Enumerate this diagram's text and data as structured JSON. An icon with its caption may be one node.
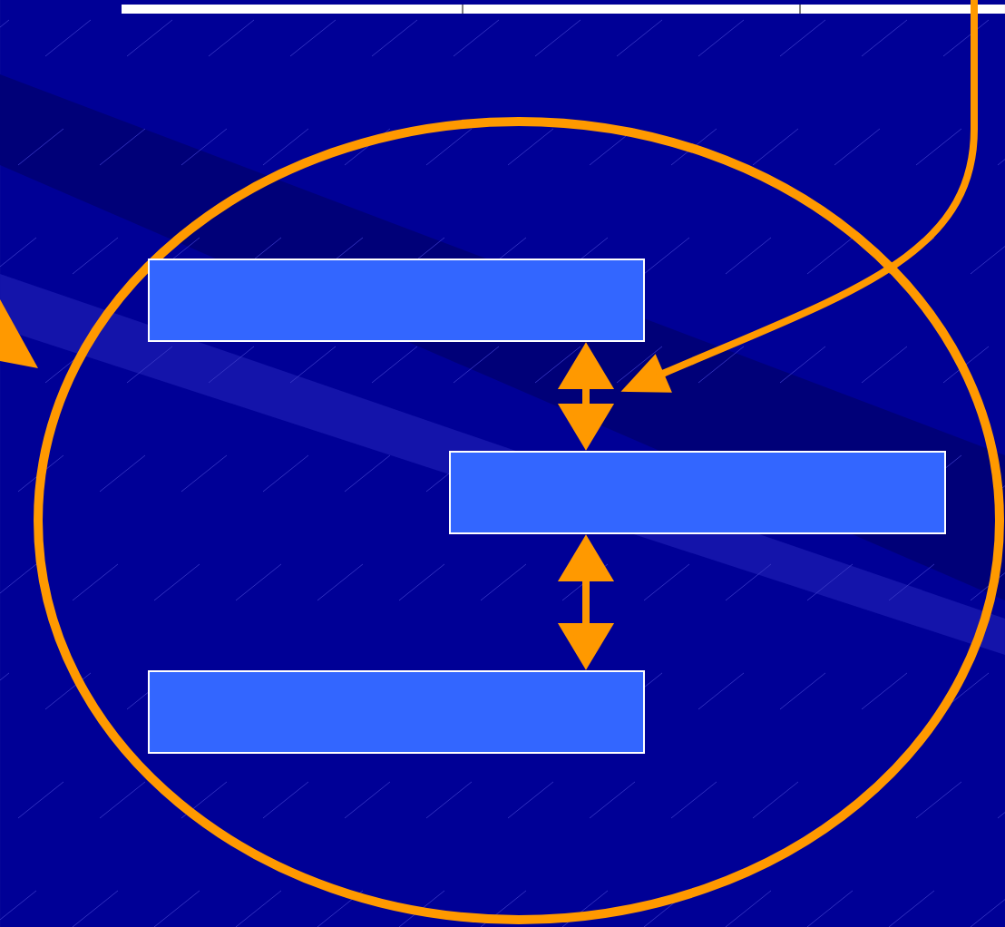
{
  "diagram": {
    "nodes": [
      {
        "text": [],
        "shape": "circle"
      },
      {
        "text": [],
        "shape": "box",
        "in": 0
      },
      {
        "text": [],
        "shape": "box",
        "in": 0
      },
      {
        "text": [],
        "shape": "box",
        "in": 0
      }
    ],
    "edges": [
      {
        "from": 1,
        "to": 2,
        "arrow": "both"
      },
      {
        "from": 2,
        "to": 3,
        "arrow": "both"
      }
    ]
  }
}
